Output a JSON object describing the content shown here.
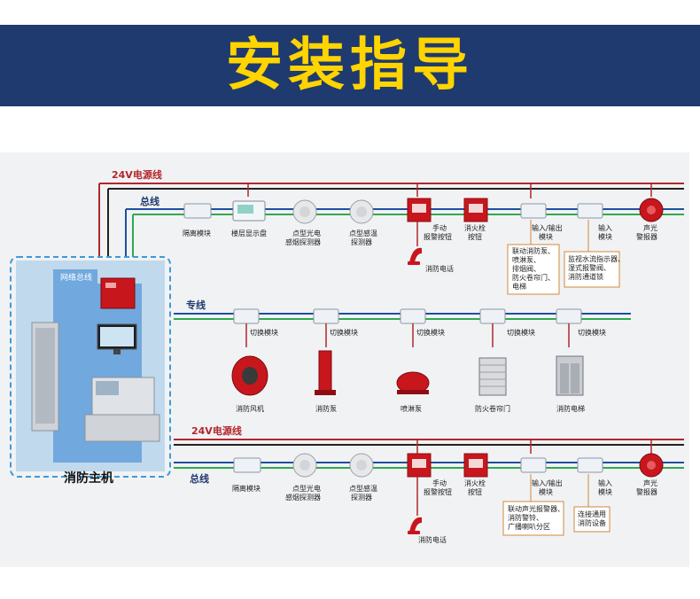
{
  "title": "安装指导",
  "top": {
    "power_label": "24V电源线",
    "bus_label": "总线",
    "devices": [
      "隔离模块",
      "楼层显示盘",
      "点型光电",
      "感烟探测器",
      "点型感温",
      "探测器",
      "手动",
      "报警按钮",
      "消火栓",
      "按钮",
      "输入/输出",
      "模块",
      "输入",
      "模块",
      "声光",
      "警报器"
    ],
    "phone_label": "消防电话",
    "note_io": [
      "联动消防泵、",
      "喷淋泵、",
      "排烟阀、",
      "防火卷帘门、",
      "电梯"
    ],
    "note_in": [
      "监视水流指示器、",
      "湿式报警阀、",
      "消防通道锁"
    ]
  },
  "host": {
    "net_label": "网络总线",
    "title": "消防主机"
  },
  "dedicated": {
    "label": "专线",
    "module_label": "切换模块",
    "equipment": [
      "消防风机",
      "消防泵",
      "喷淋泵",
      "防火卷帘门",
      "消防电梯"
    ]
  },
  "bottom": {
    "power_label": "24V电源线",
    "bus_label": "总线",
    "devices": [
      "隔离模块",
      "点型光电",
      "感烟探测器",
      "点型感温",
      "探测器",
      "手动",
      "报警按钮",
      "消火栓",
      "按钮",
      "输入/输出",
      "模块",
      "输入",
      "模块",
      "声光",
      "警报器"
    ],
    "phone_label": "消防电话",
    "note_io": [
      "联动声光报警器、",
      "消防警铃、",
      "广播喇叭分区"
    ],
    "note_in": [
      "连接通用",
      "消防设备"
    ]
  },
  "colors": {
    "banner": "#1f3a6e",
    "title": "#ffd400",
    "power_line": "#b3262b",
    "bus_blue": "#1f4fa0",
    "bus_green": "#2fa84f",
    "note_border": "#d08a3a"
  }
}
